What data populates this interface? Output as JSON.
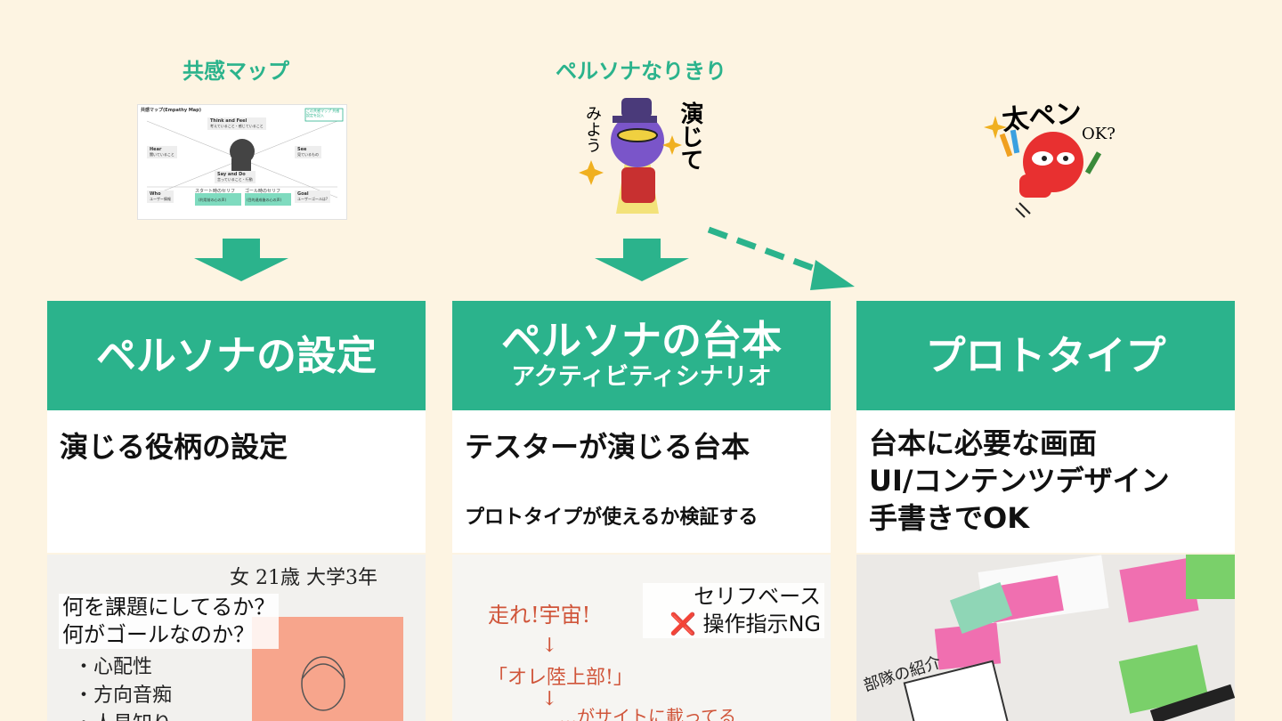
{
  "top_labels": {
    "empathy_map": "共感マップ",
    "persona_roleplay": "ペルソナなりきり"
  },
  "empathy_map_thumbnail": {
    "title": "共感マップ(Empathy Map)",
    "note": "この共感マップ 共感設定を記入",
    "think_feel": "Think and Feel",
    "think_feel_sub": "考えていること・感じていること",
    "hear": "Hear",
    "hear_sub": "聞いていること",
    "see": "See",
    "see_sub": "見ているもの",
    "say_do": "Say and Do",
    "say_do_sub": "言っていること・行動",
    "who": "Who",
    "who_sub": "ユーザー情報",
    "start_line": "スタート時のセリフ",
    "start_line_sub": "(利用前の心の声)",
    "goal_line": "ゴール時のセリフ",
    "goal_line_sub": "(目的達成後の心の声)",
    "goal": "Goal",
    "goal_sub": "ユーザーゴールは?"
  },
  "stickers": {
    "roleplay_text_main": "演じて",
    "roleplay_text_side": "みよう",
    "futo_pen": "太ペン",
    "ok": "OK?"
  },
  "columns": [
    {
      "title": "ペルソナの設定",
      "subtitle": "",
      "body_main": "演じる役柄の設定",
      "body_sub": ""
    },
    {
      "title": "ペルソナの台本",
      "subtitle": "アクティビティシナリオ",
      "body_main": "テスターが演じる台本",
      "body_sub": "プロトタイプが使えるか検証する"
    },
    {
      "title": "プロトタイプ",
      "subtitle": "",
      "body_main_lines": [
        "台本に必要な画面",
        "UI/コンテンツデザイン",
        "手書きでOK"
      ]
    }
  ],
  "photos": {
    "persona_photo": {
      "overlay_lines": [
        "何を課題にしてるか？",
        "何がゴールなのか？"
      ],
      "handwriting_header": "女 21歳 大学3年",
      "handwriting_items": [
        "・心配性",
        "・方向音痴",
        "・人見知り"
      ]
    },
    "script_photo": {
      "overlay_lines": [
        "セリフベース",
        "❌ 操作指示NG"
      ],
      "handwriting_lines": [
        "走れ!宇宙!",
        "↓",
        "「オレ陸上部!」",
        "↓",
        "…がサイトに載ってる"
      ]
    },
    "prototype_photo": {
      "handwriting": "部隊の紹介"
    }
  },
  "colors": {
    "accent_green": "#2bb38c",
    "background": "#fdf4e2"
  }
}
